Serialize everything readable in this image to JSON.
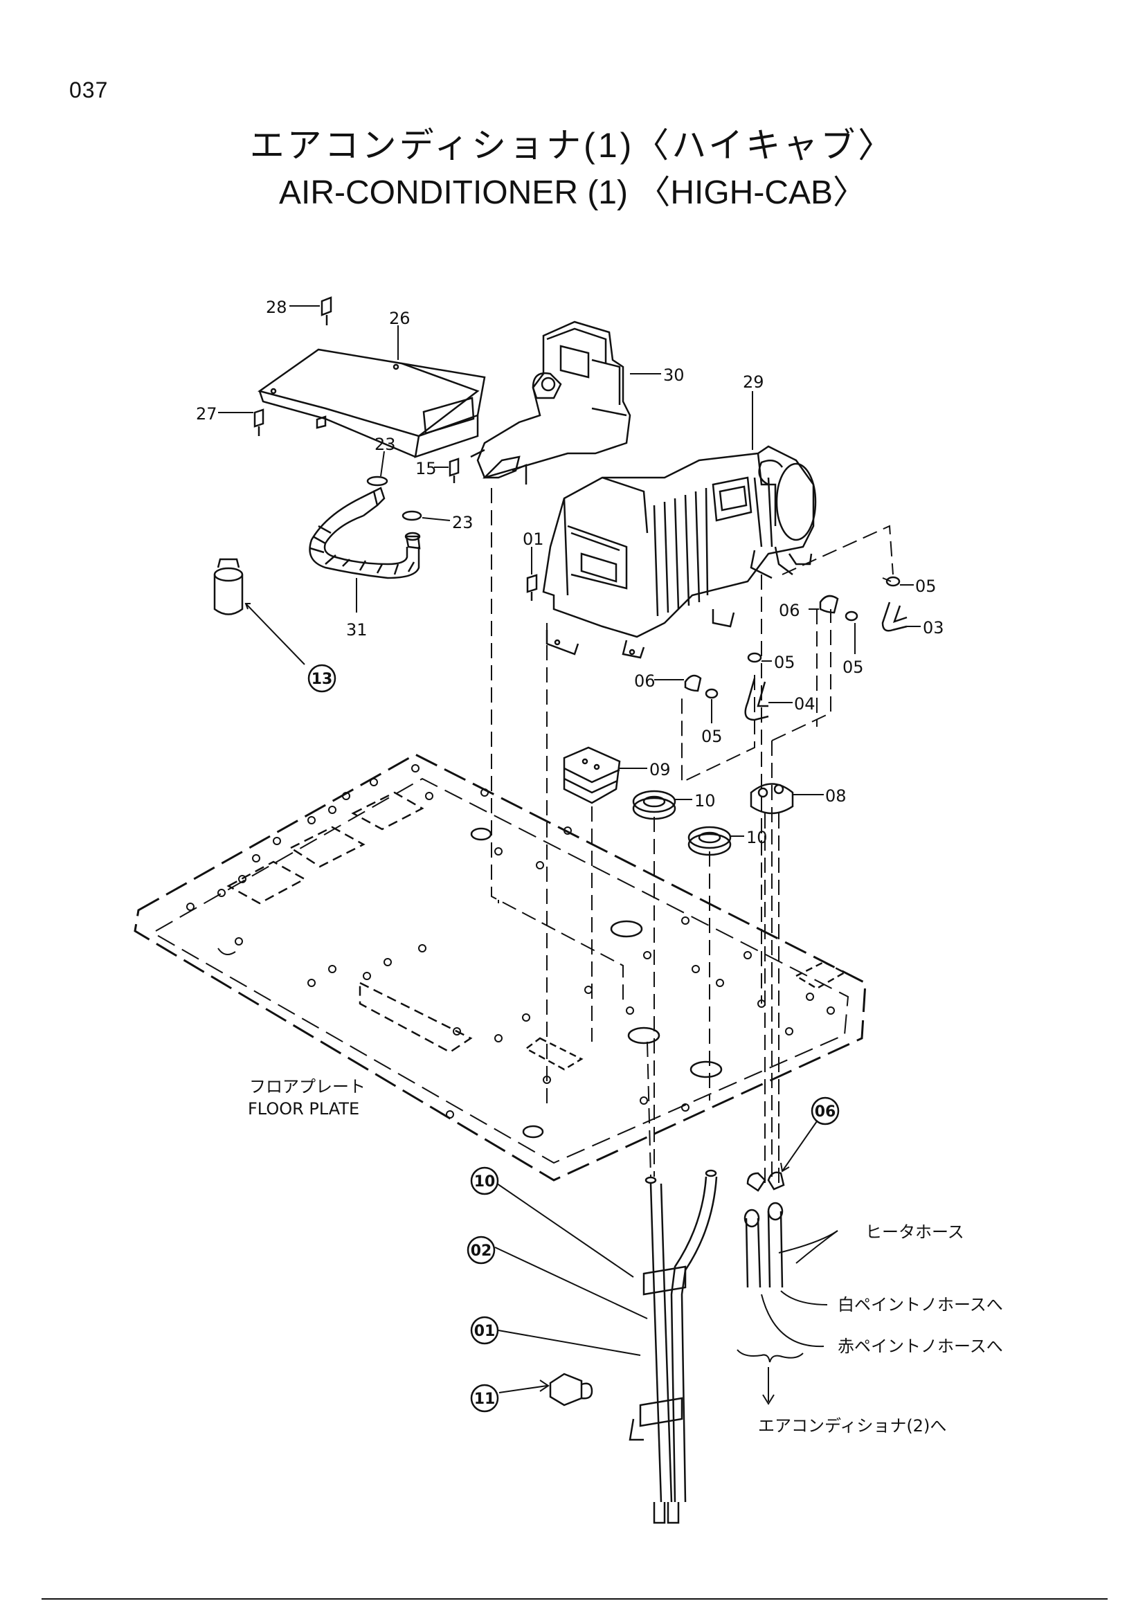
{
  "page_number": "037",
  "title_jp": "エアコンディショナ(1)〈ハイキャブ〉",
  "title_en": "AIR-CONDITIONER (1) 〈HIGH-CAB〉",
  "floor_plate": {
    "jp": "フロアプレート",
    "en": "FLOOR PLATE"
  },
  "notes": {
    "heater_hose": "ヒータホース",
    "white_paint_hose": "白ペイントノホースへ",
    "red_paint_hose": "赤ペイントノホースへ",
    "to_aircon_2": "エアコンディショナ(2)へ"
  },
  "part_labels": {
    "p28": "28",
    "p26": "26",
    "p27": "27",
    "p30": "30",
    "p29": "29",
    "p23a": "23",
    "p15": "15",
    "p23b": "23",
    "p01": "01",
    "p31": "31",
    "p05a": "05",
    "p06a": "06",
    "p05b": "05",
    "p03": "03",
    "p05c": "05",
    "p06b": "06",
    "p04": "04",
    "p05d": "05",
    "p09": "09",
    "p10a": "10",
    "p08": "08",
    "p10b": "10"
  },
  "callouts": {
    "c13": "13",
    "c06": "06",
    "c10": "10",
    "c02": "02",
    "c01": "01",
    "c11": "11"
  }
}
